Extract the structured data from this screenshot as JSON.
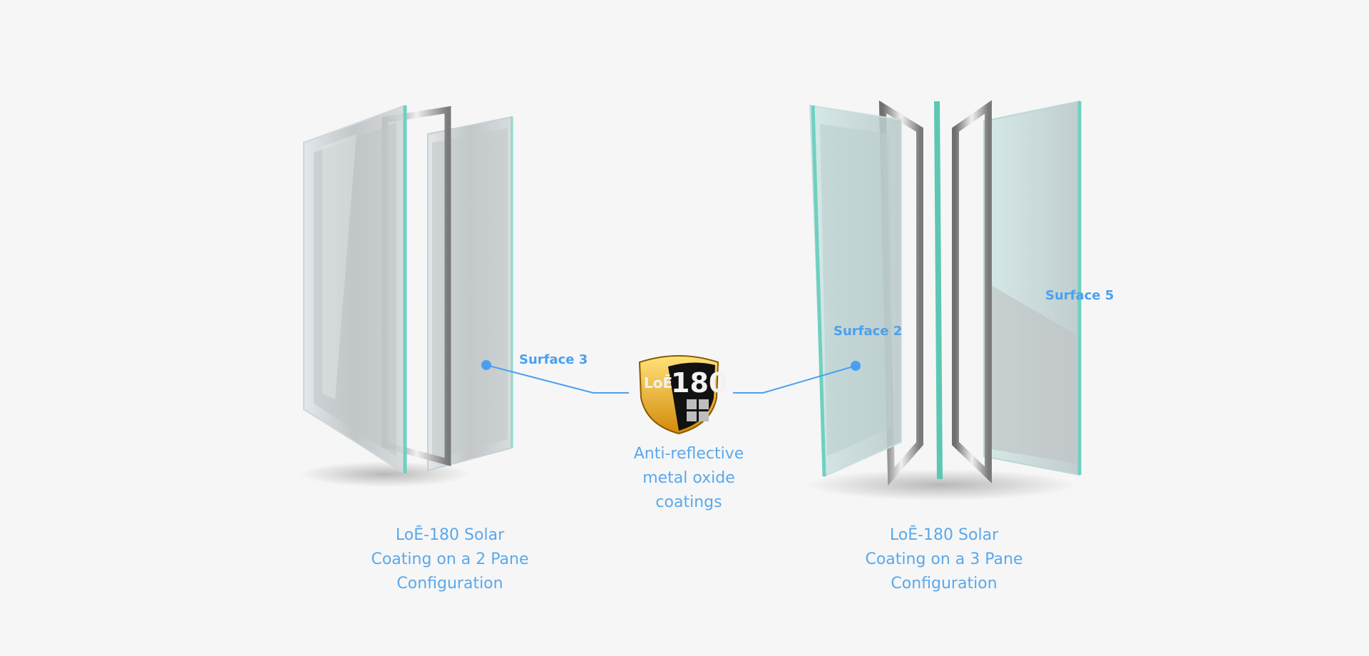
{
  "left_config": {
    "surface_label": "Surface 3",
    "caption_lines": [
      "LoĒ-180 Solar",
      "Coating on a 2 Pane",
      "Configuration"
    ]
  },
  "right_config": {
    "surface_labels": [
      "Surface 2",
      "Surface 5"
    ],
    "caption_lines": [
      "LoĒ-180 Solar",
      "Coating on a 3 Pane",
      "Configuration"
    ]
  },
  "center": {
    "badge": {
      "text_main": "180",
      "text_prefix": "LoĒ"
    },
    "caption_lines": [
      "Anti-reflective",
      "metal oxide",
      "coatings"
    ]
  },
  "colors": {
    "background": "#f6f6f6",
    "accent_blue": "#4aa0f0",
    "glass_edge": "#6fd0c0",
    "badge_gold": "#f2b51b",
    "badge_black": "#111111"
  },
  "icons": [
    "loe-180-badge-icon",
    "window-2-pane-icon",
    "window-3-pane-icon"
  ]
}
